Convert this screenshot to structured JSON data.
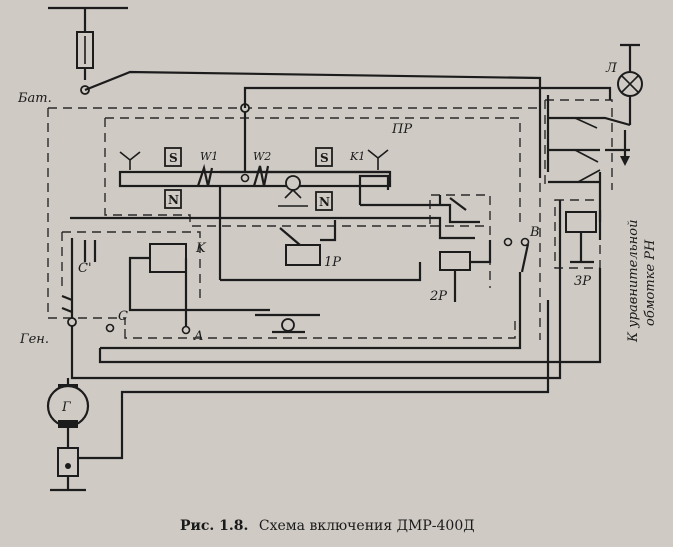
{
  "labels": {
    "battery": "Бат.",
    "regulator_block": "ПР",
    "winding_1": "W1",
    "winding_2": "W2",
    "contact_k1": "K1",
    "pole_s_left": "S",
    "pole_n_left": "N",
    "pole_s_right": "S",
    "pole_n_right": "N",
    "capacitor_c_prime": "C'",
    "relay_k": "K",
    "terminal_c": "C",
    "terminal_a": "A",
    "relay_1p": "1P",
    "relay_2p": "2P",
    "relay_3p": "3P",
    "switch_b": "B",
    "lamp": "Л",
    "generator_terminal": "Ген.",
    "generator": "Г",
    "vertical_note_line1": "К уравнительной",
    "vertical_note_line2": "обмотке РН"
  },
  "caption": {
    "prefix": "Рис. 1.8.",
    "text": "Схема включения ДМР-400Д"
  }
}
